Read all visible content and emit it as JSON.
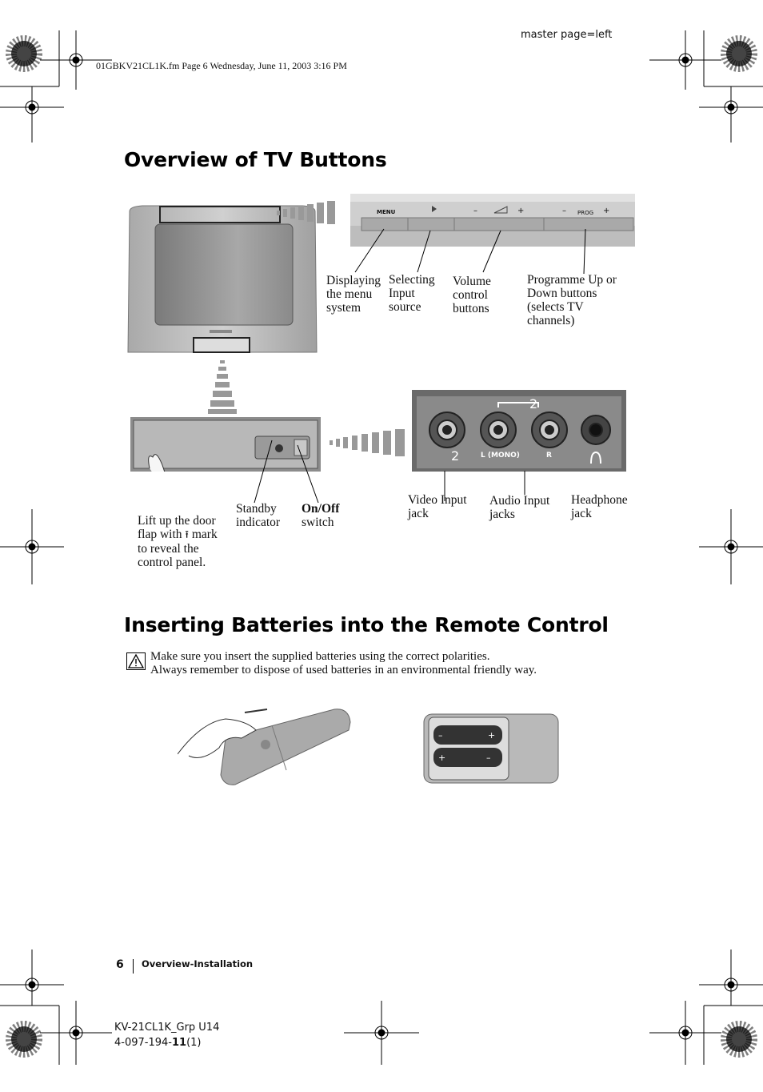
{
  "header": {
    "master_page": "master page=left",
    "file_info": "01GBKV21CL1K.fm  Page 6  Wednesday, June 11, 2003  3:16 PM"
  },
  "section1": {
    "title": "Overview of TV Buttons",
    "labels": {
      "menu": "Displaying the menu system",
      "input": "Selecting Input source",
      "volume": "Volume control buttons",
      "programme": "Programme Up or Down buttons (selects TV channels)",
      "lift": "Lift up the door flap with",
      "lift_rest": "mark to reveal the control panel.",
      "standby": "Standby indicator",
      "onoff_bold": "On/Off",
      "onoff_rest": "switch",
      "video": "Video Input jack",
      "audio": "Audio Input jacks",
      "headphone": "Headphone jack"
    },
    "panel_text": {
      "menu": "MENU",
      "prog": "PROG",
      "minus": "–",
      "plus": "+",
      "l_mono": "L (MONO)",
      "r": "R",
      "input2": "2"
    }
  },
  "section2": {
    "title": "Inserting Batteries into the Remote Control",
    "warning_line1": "Make sure you insert the supplied batteries using the correct polarities.",
    "warning_line2": "Always remember to dispose of used batteries in an environmental friendly way."
  },
  "footer": {
    "page_number": "6",
    "section": "Overview-Installation",
    "model": "KV-21CL1K_Grp U14",
    "code_prefix": "4-097-194-",
    "code_bold": "11",
    "code_suffix": "(1)"
  },
  "colors": {
    "text": "#111111",
    "panel_grey": "#bdbdbd",
    "dark_panel": "#6a6a6a"
  }
}
